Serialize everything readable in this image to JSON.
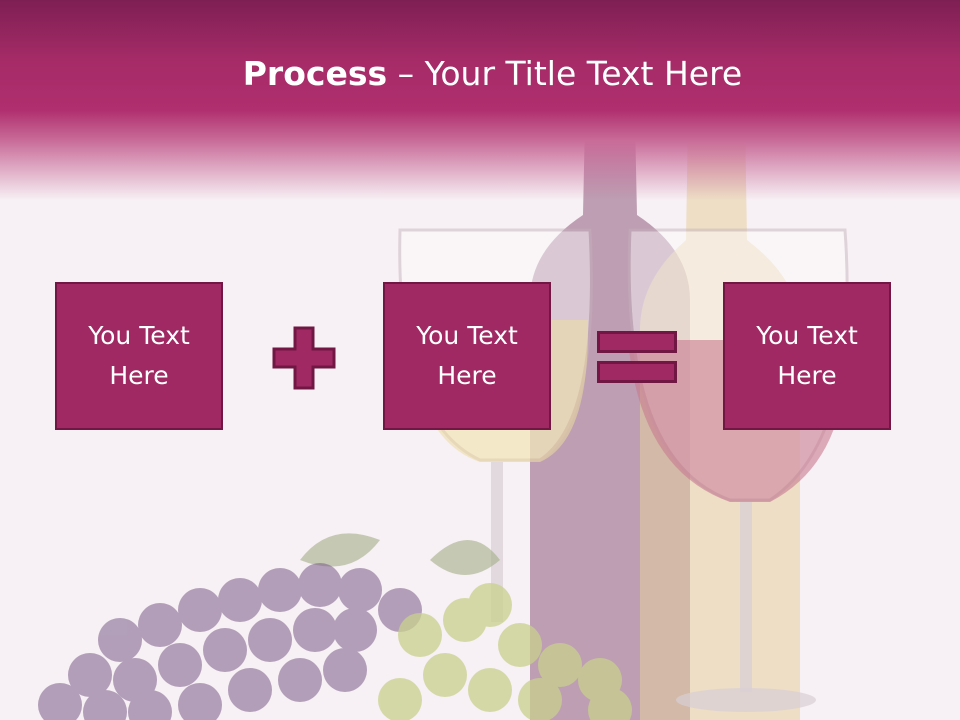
{
  "slide": {
    "title_bold": "Process",
    "title_rest": " – Your Title Text Here",
    "boxes": [
      {
        "label": "You Text Here"
      },
      {
        "label": "You Text Here"
      },
      {
        "label": "You Text Here"
      }
    ],
    "operators": [
      "plus-icon",
      "equals-icon"
    ]
  },
  "colors": {
    "header": "#a52b67",
    "box_fill": "#a02963",
    "box_border": "#701743",
    "background": "#f7f0f4"
  }
}
